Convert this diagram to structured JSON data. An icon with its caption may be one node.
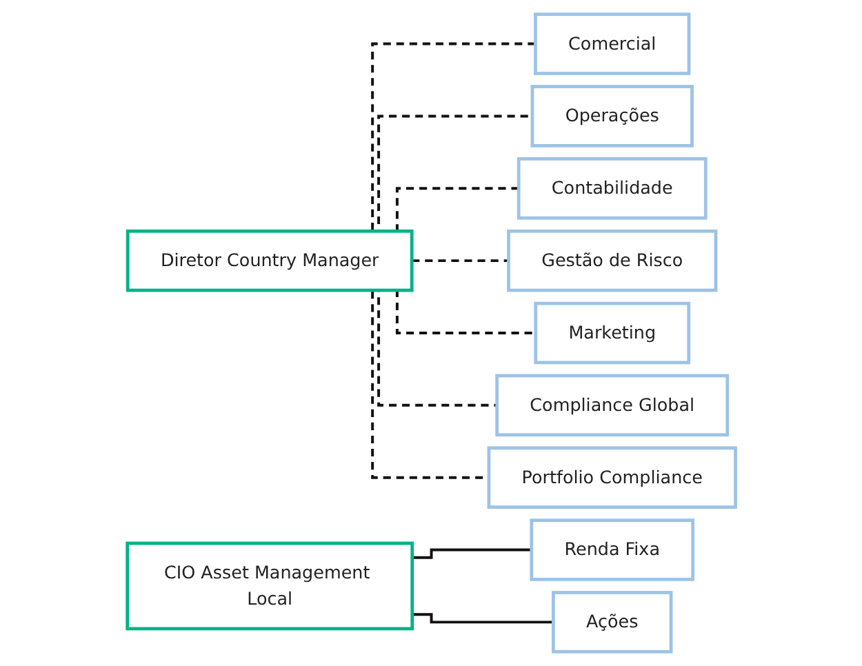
{
  "diagram": {
    "nodes": [
      {
        "text": [
          "Diretor Country Manager"
        ]
      },
      {
        "text": [
          "Comercial"
        ]
      },
      {
        "text": [
          "Operações"
        ]
      },
      {
        "text": [
          "Contabilidade"
        ]
      },
      {
        "text": [
          "Gestão de Risco"
        ]
      },
      {
        "text": [
          "Marketing"
        ]
      },
      {
        "text": [
          "Compliance Global"
        ]
      },
      {
        "text": [
          "Portfolio Compliance"
        ]
      },
      {
        "text": [
          "CIO Asset Management Local"
        ]
      },
      {
        "text": [
          "Renda Fixa"
        ]
      },
      {
        "text": [
          "Ações"
        ]
      }
    ],
    "edges": [
      {
        "from": 0,
        "to": 1,
        "arrow": "none",
        "style": "dashed"
      },
      {
        "from": 0,
        "to": 2,
        "arrow": "none",
        "style": "dashed"
      },
      {
        "from": 0,
        "to": 3,
        "arrow": "none",
        "style": "dashed"
      },
      {
        "from": 0,
        "to": 4,
        "arrow": "none",
        "style": "dashed"
      },
      {
        "from": 0,
        "to": 5,
        "arrow": "none",
        "style": "dashed"
      },
      {
        "from": 0,
        "to": 6,
        "arrow": "none",
        "style": "dashed"
      },
      {
        "from": 0,
        "to": 7,
        "arrow": "none",
        "style": "dashed"
      },
      {
        "from": 8,
        "to": 9,
        "arrow": "none"
      },
      {
        "from": 8,
        "to": 10,
        "arrow": "none"
      }
    ]
  }
}
